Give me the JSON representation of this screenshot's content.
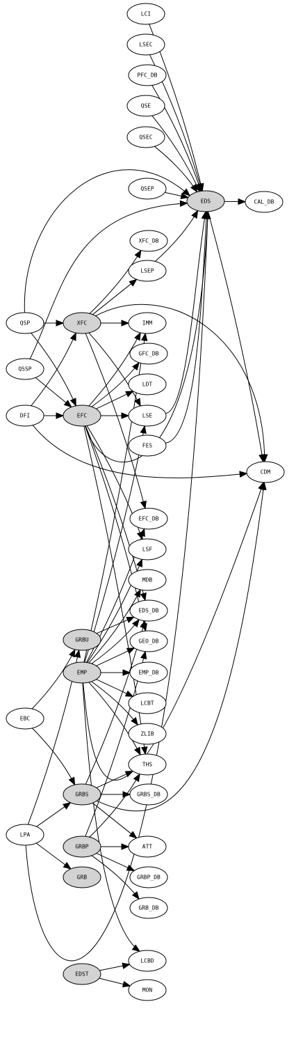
{
  "colors": {
    "background": "#ffffff",
    "stroke": "#000000",
    "highlight": "#d3d3d3"
  },
  "nodes": [
    {
      "id": "LCI",
      "label": "LCI",
      "highlighted": false
    },
    {
      "id": "LSEC",
      "label": "LSEC",
      "highlighted": false
    },
    {
      "id": "PFC_DB",
      "label": "PFC_DB",
      "highlighted": false
    },
    {
      "id": "QSE",
      "label": "QSE",
      "highlighted": false
    },
    {
      "id": "QSEC",
      "label": "QSEC",
      "highlighted": false
    },
    {
      "id": "QSEP",
      "label": "QSEP",
      "highlighted": false
    },
    {
      "id": "EDS",
      "label": "EDS",
      "highlighted": true
    },
    {
      "id": "CAL_DB",
      "label": "CAL_DB",
      "highlighted": false
    },
    {
      "id": "XFC_DB",
      "label": "XFC_DB",
      "highlighted": false
    },
    {
      "id": "LSEP",
      "label": "LSEP",
      "highlighted": false
    },
    {
      "id": "QSP",
      "label": "QSP",
      "highlighted": false
    },
    {
      "id": "XFC",
      "label": "XFC",
      "highlighted": true
    },
    {
      "id": "IMM",
      "label": "IMM",
      "highlighted": false
    },
    {
      "id": "QSSP",
      "label": "QSSP",
      "highlighted": false
    },
    {
      "id": "GFC_DB",
      "label": "GFC_DB",
      "highlighted": false
    },
    {
      "id": "LDT",
      "label": "LDT",
      "highlighted": false
    },
    {
      "id": "DFI",
      "label": "DFI",
      "highlighted": false
    },
    {
      "id": "EFC",
      "label": "EFC",
      "highlighted": true
    },
    {
      "id": "LSE",
      "label": "LSE",
      "highlighted": false
    },
    {
      "id": "FES",
      "label": "FES",
      "highlighted": false
    },
    {
      "id": "CDM",
      "label": "CDM",
      "highlighted": false
    },
    {
      "id": "EFC_DB",
      "label": "EFC_DB",
      "highlighted": false
    },
    {
      "id": "LSF",
      "label": "LSF",
      "highlighted": false
    },
    {
      "id": "MDB",
      "label": "MDB",
      "highlighted": false
    },
    {
      "id": "EDS_DB",
      "label": "EDS_DB",
      "highlighted": false
    },
    {
      "id": "GRBU",
      "label": "GRBU",
      "highlighted": true
    },
    {
      "id": "GEO_DB",
      "label": "GEO_DB",
      "highlighted": false
    },
    {
      "id": "EMP",
      "label": "EMP",
      "highlighted": true
    },
    {
      "id": "EMP_DB",
      "label": "EMP_DB",
      "highlighted": false
    },
    {
      "id": "EBC",
      "label": "EBC",
      "highlighted": false
    },
    {
      "id": "LCBT",
      "label": "LCBT",
      "highlighted": false
    },
    {
      "id": "ZLIB",
      "label": "ZLIB",
      "highlighted": false
    },
    {
      "id": "THS",
      "label": "THS",
      "highlighted": false
    },
    {
      "id": "GRBS",
      "label": "GRBS",
      "highlighted": true
    },
    {
      "id": "GRBS_DB",
      "label": "GRBS_DB",
      "highlighted": false
    },
    {
      "id": "LPA",
      "label": "LPA",
      "highlighted": false
    },
    {
      "id": "GRBP",
      "label": "GRBP",
      "highlighted": true
    },
    {
      "id": "ATT",
      "label": "ATT",
      "highlighted": false
    },
    {
      "id": "GRB",
      "label": "GRB",
      "highlighted": true
    },
    {
      "id": "GRBP_DB",
      "label": "GRBP_DB",
      "highlighted": false
    },
    {
      "id": "GRB_DB",
      "label": "GRB_DB",
      "highlighted": false
    },
    {
      "id": "LCBD",
      "label": "LCBD",
      "highlighted": false
    },
    {
      "id": "EDST",
      "label": "EDST",
      "highlighted": true
    },
    {
      "id": "MON",
      "label": "MON",
      "highlighted": false
    }
  ],
  "edges": [
    {
      "from": "LCI",
      "to": "EDS"
    },
    {
      "from": "LSEC",
      "to": "EDS"
    },
    {
      "from": "PFC_DB",
      "to": "EDS"
    },
    {
      "from": "QSE",
      "to": "EDS"
    },
    {
      "from": "QSEC",
      "to": "EDS"
    },
    {
      "from": "QSEP",
      "to": "EDS"
    },
    {
      "from": "EDS",
      "to": "CAL_DB"
    },
    {
      "from": "EDS",
      "to": "CDM"
    },
    {
      "from": "QSP",
      "to": "EDS"
    },
    {
      "from": "QSP",
      "to": "XFC"
    },
    {
      "from": "QSP",
      "to": "EFC"
    },
    {
      "from": "QSSP",
      "to": "EDS"
    },
    {
      "from": "QSSP",
      "to": "EFC"
    },
    {
      "from": "DFI",
      "to": "XFC"
    },
    {
      "from": "DFI",
      "to": "EFC"
    },
    {
      "from": "DFI",
      "to": "CDM"
    },
    {
      "from": "LSEP",
      "to": "EDS"
    },
    {
      "from": "XFC",
      "to": "XFC_DB"
    },
    {
      "from": "XFC",
      "to": "LSEP"
    },
    {
      "from": "XFC",
      "to": "IMM"
    },
    {
      "from": "XFC",
      "to": "CDM"
    },
    {
      "from": "XFC",
      "to": "LSE"
    },
    {
      "from": "XFC",
      "to": "EFC_DB"
    },
    {
      "from": "EFC",
      "to": "IMM"
    },
    {
      "from": "EFC",
      "to": "GFC_DB"
    },
    {
      "from": "EFC",
      "to": "LDT"
    },
    {
      "from": "EFC",
      "to": "LSE"
    },
    {
      "from": "EFC",
      "to": "EDS"
    },
    {
      "from": "EFC",
      "to": "LSF"
    },
    {
      "from": "EFC",
      "to": "EDS_DB"
    },
    {
      "from": "EFC",
      "to": "GEO_DB"
    },
    {
      "from": "EFC",
      "to": "THS"
    },
    {
      "from": "LSE",
      "to": "EDS"
    },
    {
      "from": "FES",
      "to": "EDS"
    },
    {
      "from": "EMP",
      "to": "IMM"
    },
    {
      "from": "EMP",
      "to": "LSE"
    },
    {
      "from": "EMP",
      "to": "EFC_DB"
    },
    {
      "from": "EMP",
      "to": "LSF"
    },
    {
      "from": "EMP",
      "to": "MDB"
    },
    {
      "from": "EMP",
      "to": "EDS_DB"
    },
    {
      "from": "EMP",
      "to": "GEO_DB"
    },
    {
      "from": "EMP",
      "to": "EMP_DB"
    },
    {
      "from": "EMP",
      "to": "LCBT"
    },
    {
      "from": "EMP",
      "to": "ZLIB"
    },
    {
      "from": "EMP",
      "to": "THS"
    },
    {
      "from": "EMP",
      "to": "LCBD"
    },
    {
      "from": "EMP",
      "to": "CDM"
    },
    {
      "from": "GRBU",
      "to": "EDS_DB"
    },
    {
      "from": "EBC",
      "to": "GRBU"
    },
    {
      "from": "EBC",
      "to": "GRBS"
    },
    {
      "from": "GRBS",
      "to": "EDS_DB"
    },
    {
      "from": "GRBS",
      "to": "THS"
    },
    {
      "from": "GRBS",
      "to": "GRBS_DB"
    },
    {
      "from": "GRBS",
      "to": "ATT"
    },
    {
      "from": "GRBS",
      "to": "CDM"
    },
    {
      "from": "LPA",
      "to": "GRBU"
    },
    {
      "from": "LPA",
      "to": "GRBS"
    },
    {
      "from": "LPA",
      "to": "GRB"
    },
    {
      "from": "LPA",
      "to": "EDS"
    },
    {
      "from": "GRBP",
      "to": "GEO_DB"
    },
    {
      "from": "GRBP",
      "to": "THS"
    },
    {
      "from": "GRBP",
      "to": "ATT"
    },
    {
      "from": "GRBP",
      "to": "GRBP_DB"
    },
    {
      "from": "GRBP",
      "to": "GRB_DB"
    },
    {
      "from": "EDST",
      "to": "LCBD"
    },
    {
      "from": "EDST",
      "to": "MON"
    }
  ]
}
